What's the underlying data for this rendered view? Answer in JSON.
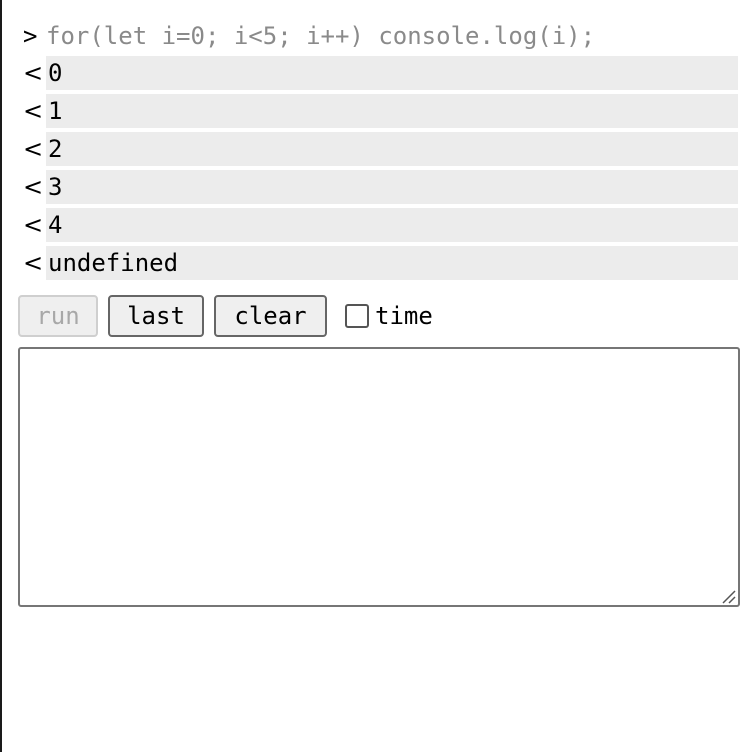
{
  "console": {
    "input": {
      "prompt": ">",
      "code": "for(let i=0; i<5; i++) console.log(i);"
    },
    "output_marker": "<",
    "outputs": [
      "0",
      "1",
      "2",
      "3",
      "4",
      "undefined"
    ]
  },
  "controls": {
    "run_label": "run",
    "run_disabled": true,
    "last_label": "last",
    "clear_label": "clear",
    "time_label": "time",
    "time_checked": false
  },
  "editor": {
    "value": ""
  },
  "colors": {
    "output_bg": "#ececec",
    "input_code": "#8a8a8a",
    "disabled_text": "#a8a8a8"
  }
}
